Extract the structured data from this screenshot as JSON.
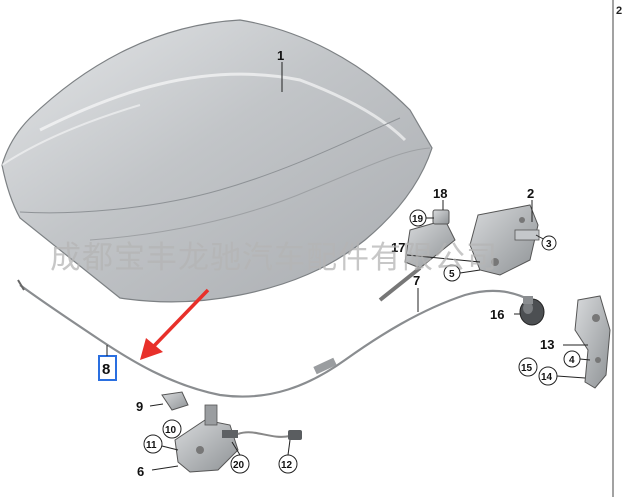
{
  "watermark": "成都宝丰龙驰汽车配件有限公司",
  "edge_label": "2",
  "callouts": {
    "c1": "1",
    "c2": "2",
    "c3": "3",
    "c4": "4",
    "c5": "5",
    "c6": "6",
    "c7": "7",
    "c8": "8",
    "c9": "9",
    "c10": "10",
    "c11": "11",
    "c12": "12",
    "c13": "13",
    "c14": "14",
    "c15": "15",
    "c16": "16",
    "c17": "17",
    "c18": "18",
    "c19": "19",
    "c20": "20"
  },
  "colors": {
    "highlight": "#2a6fe0",
    "arrow": "#e8302a",
    "part": "#b9bcc0"
  }
}
